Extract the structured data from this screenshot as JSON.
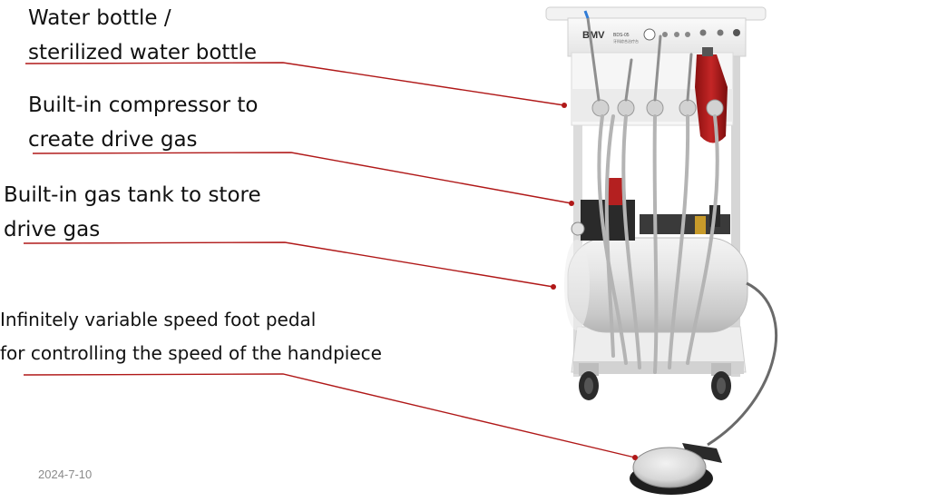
{
  "callouts": [
    {
      "line1": "Water bottle /",
      "line2": "sterilized water bottle"
    },
    {
      "line1": "Built-in compressor to",
      "line2": "create drive gas"
    },
    {
      "line1": "Built-in gas tank to store",
      "line2": "drive gas"
    },
    {
      "line1": "Infinitely variable speed foot pedal",
      "line2": "for controlling the speed of the handpiece"
    }
  ],
  "device": {
    "brand_logo": "BMV",
    "model": "BDS-05",
    "model_subtitle": "牙科综合治疗台"
  },
  "date_stamp": "2024-7-10",
  "colors": {
    "leader_line": "#b01818",
    "text": "#111111",
    "date": "#8a8a8a"
  }
}
